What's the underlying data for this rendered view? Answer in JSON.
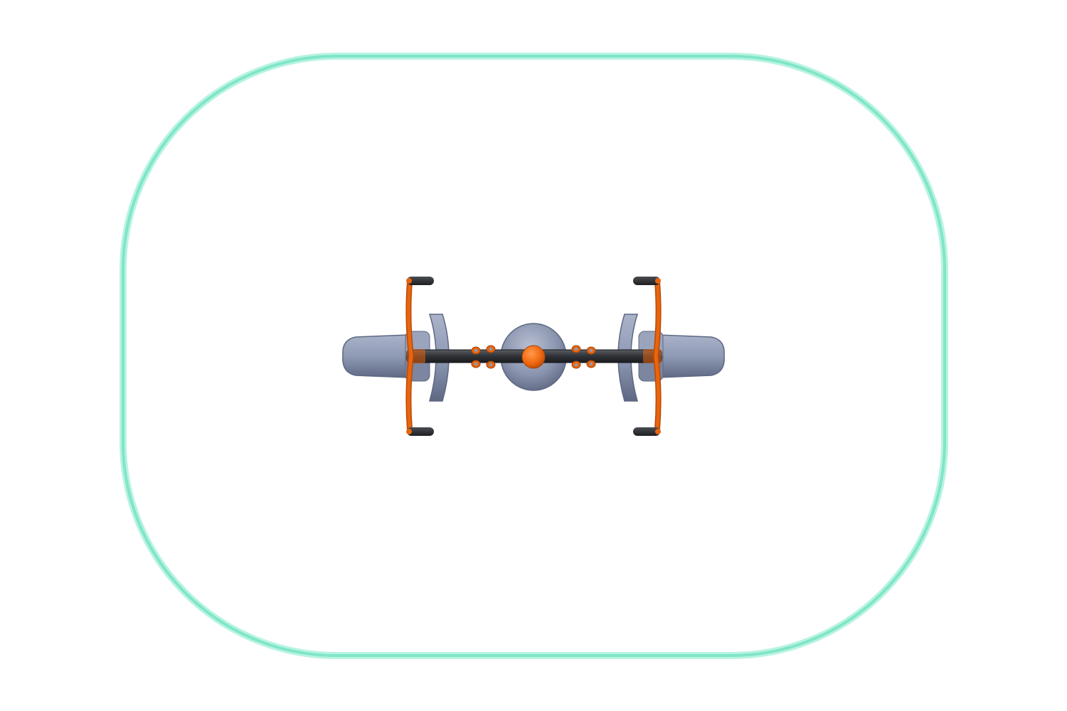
{
  "scene": {
    "view": "top-down",
    "subject": "seesaw-playground-equipment",
    "colors": {
      "background": "#ffffff",
      "safety_zone": "#7fe6c8",
      "frame": "#e8650f",
      "frame_dark": "#b84a06",
      "seat": "#8f9ab4",
      "seat_dark": "#5e6883",
      "handle_grip": "#2b2d31",
      "beam": "#2f3236",
      "pivot_ball": "#f26a12"
    },
    "icons": [
      "safety-zone-outline",
      "seat-icon",
      "handlebar-icon",
      "pivot-icon"
    ]
  }
}
